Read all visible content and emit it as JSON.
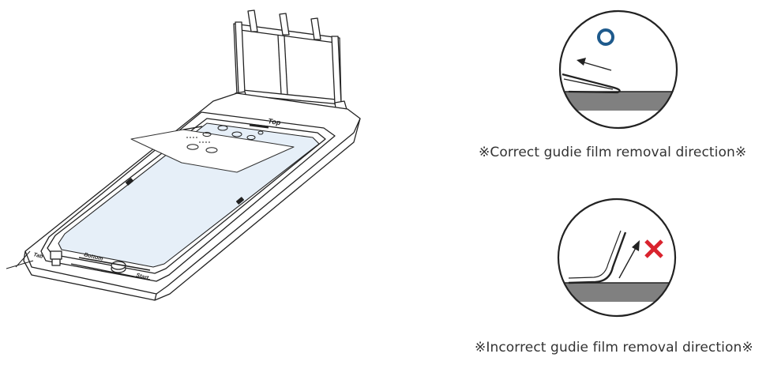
{
  "jig": {
    "top_label": "Top",
    "bottom_left_label": "Tab",
    "bottom_center_label": "Bottom",
    "bottom_right_label": "Start"
  },
  "correct_panel": {
    "mark": "O",
    "caption": "※Correct gudie film removal direction※",
    "mark_color": "#1e5a8c"
  },
  "incorrect_panel": {
    "mark": "X",
    "caption": "※Incorrect gudie film removal direction※",
    "mark_color": "#d9232e"
  },
  "colors": {
    "line": "#222222",
    "screen_fill": "#e6eff8",
    "surface_gray": "#808080"
  }
}
